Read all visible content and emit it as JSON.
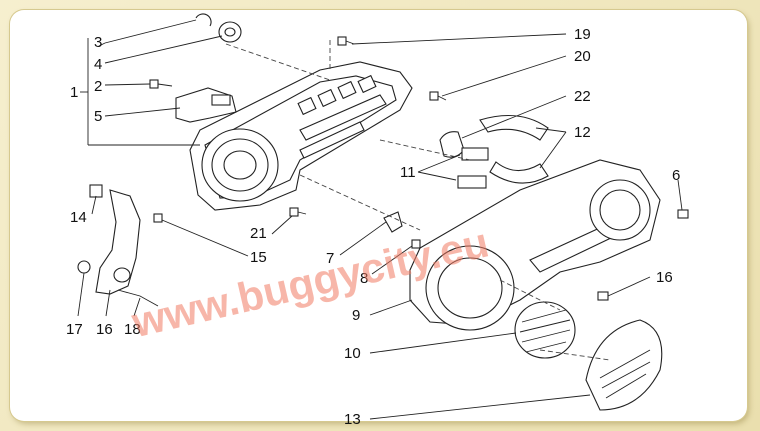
{
  "watermark": "www.buggycity.eu",
  "callouts": [
    "1",
    "2",
    "3",
    "4",
    "5",
    "6",
    "7",
    "8",
    "9",
    "10",
    "11",
    "12",
    "13",
    "14",
    "15",
    "16",
    "16",
    "17",
    "18",
    "19",
    "20",
    "21",
    "22"
  ],
  "colors": {
    "background": "#f3ecc8",
    "panel": "#ffffff",
    "watermark": "#f07a62",
    "line": "#222222"
  }
}
